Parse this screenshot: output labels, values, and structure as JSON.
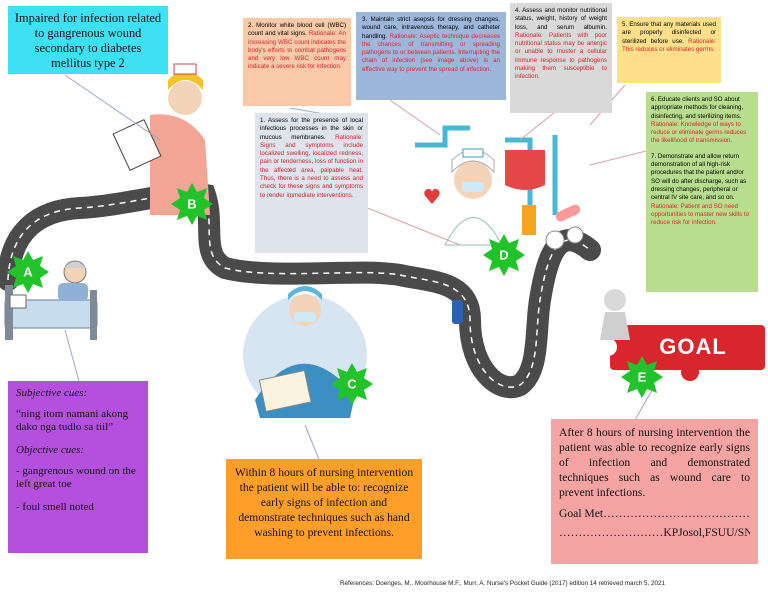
{
  "diagnosis": "Impaired for infection related to gangrenous wound secondary to diabetes mellitus type 2",
  "interventions": {
    "i1": {
      "text": "1. Assess for the presence of local infectious processes in the skin or mucous membranes.",
      "rationale": "Rationale: Signs and symptoms include localized swelling, localized redness, pain or tenderness, loss of function in the affected area, palpable heat. Thus, there is a need to assess and check for these signs and symptoms to render immediate interventions."
    },
    "i2": {
      "text": "2. Monitor white blood cell (WBC) count and vital signs.",
      "rationale": "Rationale: An increasing WBC count indicates the body's efforts to combat pathogens and very low WBC count may indicate a severe risk for infection."
    },
    "i3": {
      "text": "3. Maintain strict asepsis for dressing changes, wound care, intravenous therapy, and catheter handling.",
      "rationale": "Rationale: Aseptic technique decreases the chances of transmitting or spreading pathogens to or between patients. Interrupting the chain of infection (see image above) is an effective way to prevent the spread of infection."
    },
    "i4": {
      "text": "4. Assess and monitor nutritional status, weight, history of weight loss, and serum albumin.",
      "rationale": "Rationale: Patients with poor nutritional status may be anergic or unable to muster a cellular immune response to pathogens making them susceptible to infection."
    },
    "i5": {
      "text": "5. Ensure that any materials used are properly disinfected or sterilized before use.",
      "rationale": "Rationale: This reduces or eliminates germs."
    },
    "i6": {
      "text": "6. Educate clients and SO about appropriate methods for cleaning, disinfecting, and sterilizing items.",
      "rationale": "Rationale: Knowledge of ways to reduce or eliminate germs reduces the likelihood of transmission."
    },
    "i7": {
      "text": "7. Demonstrate and allow return demonstration of all high-risk procedures that the patient and/or SO will do after discharge, such as dressing changes, peripheral or central IV site care, and so on.",
      "rationale": "Rationale: Patient and SO need opportunities to master new skills to reduce risk for infection."
    }
  },
  "cues": {
    "subjective_title": "Subjective cues:",
    "subjective_text": "“ning itom namani akong dako nga tudlo sa tiil”",
    "objective_title": "Objective cues:",
    "objective_items": [
      "- gangrenous wound on the left great toe",
      "- foul smell noted"
    ]
  },
  "goal_box": "Within 8 hours of nursing intervention the patient will be able to: recognize early signs of infection and demonstrate techniques such as hand washing to prevent infections.",
  "evaluation": {
    "text": "After 8 hours of nursing intervention the patient was able to recognize early signs of infection and demonstrated techniques such as wound care to prevent infections.",
    "goal_met": "Goal Met………………………………………",
    "signature": "………………………KPJosol,FSUU/SN"
  },
  "stars": {
    "a": "A",
    "b": "B",
    "c": "C",
    "d": "D",
    "e": "E"
  },
  "goal_sign": "GOAL",
  "references": "References: Doenges, M., Moorhouse M.F., Murr, A. Nurse's Pocket Guide (2017) edition 14 retrieved march 5, 2021",
  "colors": {
    "cyan": "#3ee0f3",
    "blue_box": "#9db7dc",
    "peach": "#f9c9a8",
    "gray_box": "#d9d9d9",
    "yellow": "#ffe08a",
    "green": "#b9dd8f",
    "purple": "#b44fde",
    "orange": "#ff9f2a",
    "pink": "#f6a3a3",
    "road": "#4a4a4a",
    "star": "#22c32a"
  }
}
